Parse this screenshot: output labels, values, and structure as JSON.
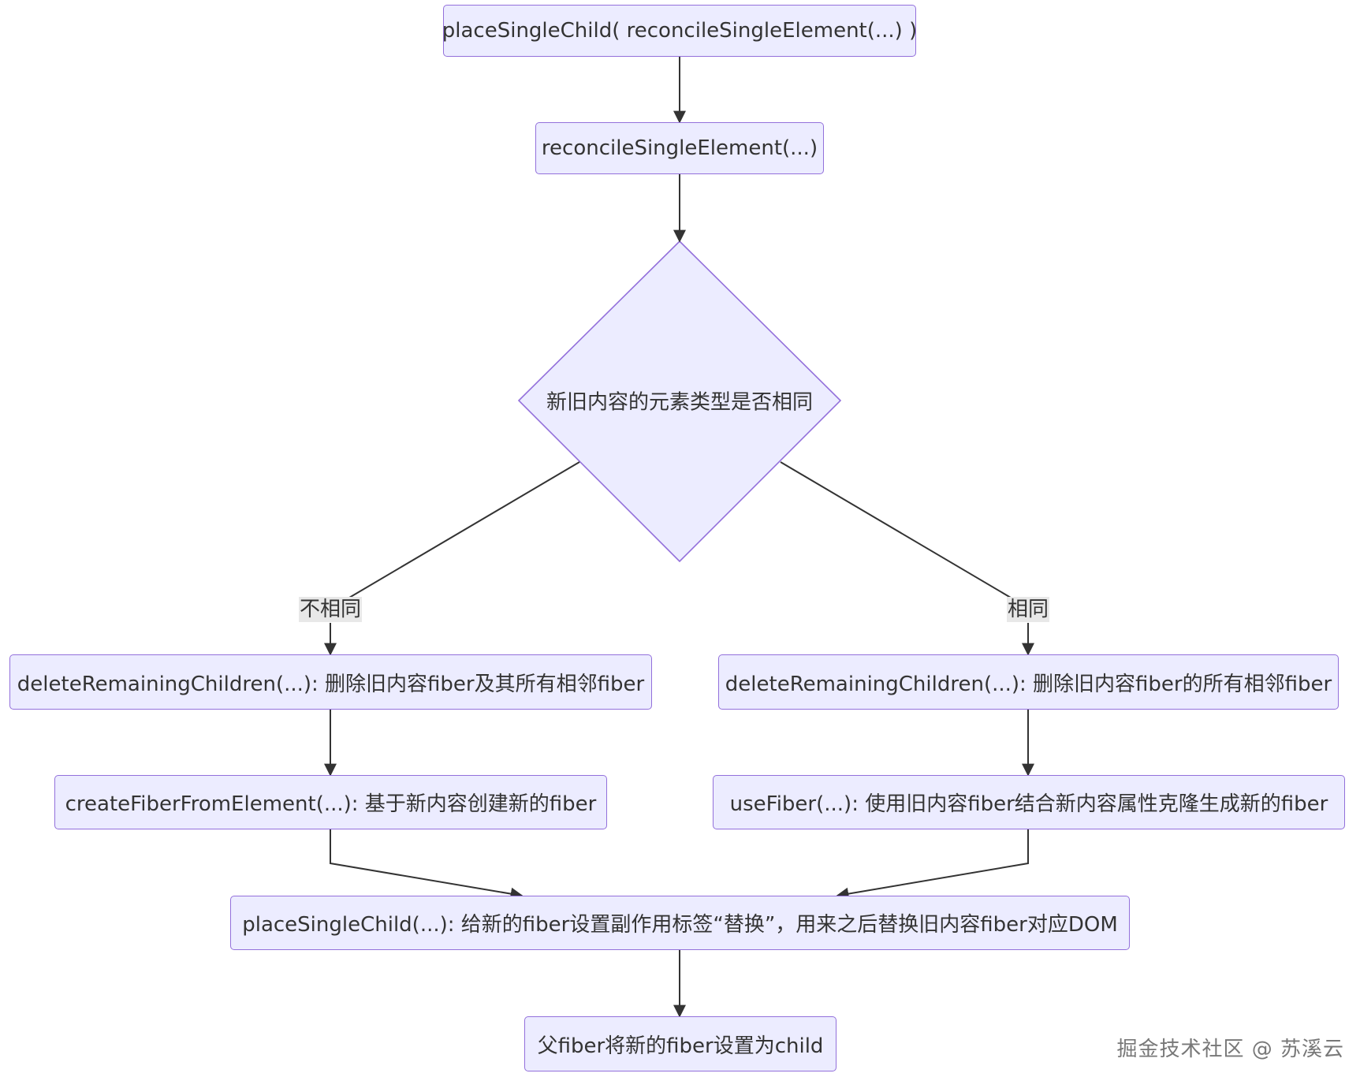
{
  "nodes": {
    "top": "placeSingleChild( reconcileSingleElement(...) )",
    "reconcile": "reconcileSingleElement(...)",
    "decision": "新旧内容的元素类型是否相同",
    "delete_left": "deleteRemainingChildren(...): 删除旧内容fiber及其所有相邻fiber",
    "delete_right": "deleteRemainingChildren(...): 删除旧内容fiber的所有相邻fiber",
    "create_fiber": "createFiberFromElement(...): 基于新内容创建新的fiber",
    "use_fiber": "useFiber(...): 使用旧内容fiber结合新内容属性克隆生成新的fiber",
    "place_child": "placeSingleChild(...): 给新的fiber设置副作用标签“替换”，用来之后替换旧内容fiber对应DOM",
    "final": "父fiber将新的fiber设置为child"
  },
  "edge_labels": {
    "no": "不相同",
    "yes": "相同"
  },
  "watermark": "掘金技术社区 @ 苏溪云",
  "colors": {
    "node_fill": "#ECECFF",
    "node_stroke": "#9370DB",
    "edge": "#333333",
    "text": "#333333",
    "label_bg": "#e8e8e8"
  }
}
